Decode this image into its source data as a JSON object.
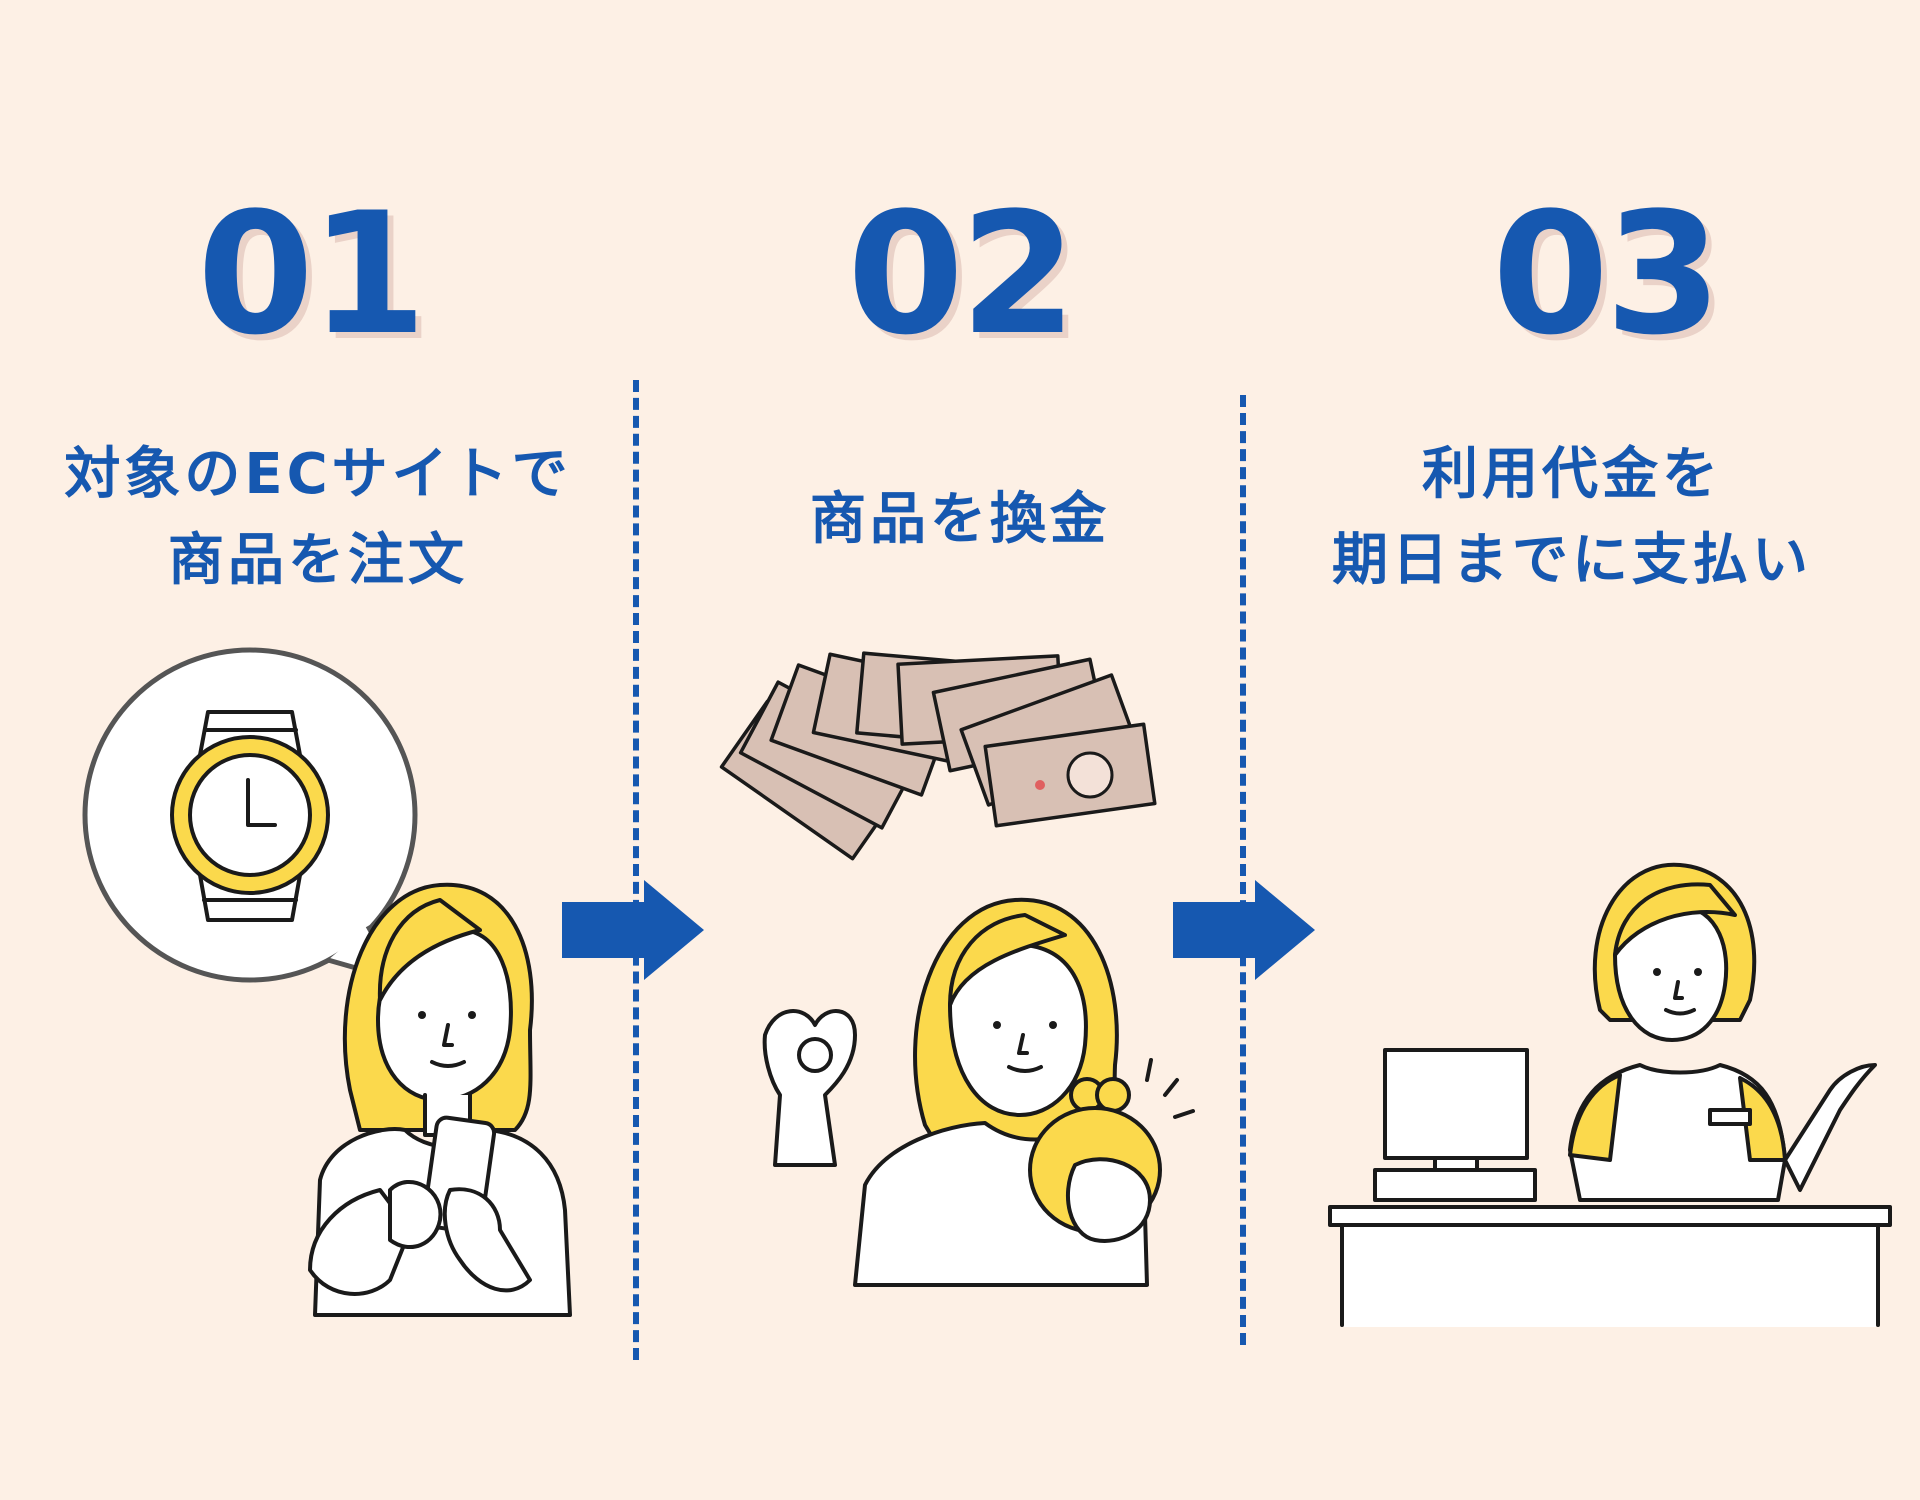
{
  "steps": [
    {
      "number": "01",
      "title_line1": "対象のECサイトで",
      "title_line2": "商品を注文",
      "illustration": "woman-ordering-watch-on-smartphone"
    },
    {
      "number": "02",
      "title_line1": "商品を換金",
      "title_line2": "",
      "illustration": "woman-with-cash-and-coin-purse"
    },
    {
      "number": "03",
      "title_line1": "利用代金を",
      "title_line2": "期日までに支払い",
      "illustration": "store-clerk-at-checkout-counter"
    }
  ],
  "colors": {
    "background": "#fdf0e5",
    "accent_blue": "#1658b0",
    "number_shadow": "#ead2c8",
    "hair_yellow": "#fbd94c",
    "banknote": "#d8c0b4"
  },
  "icons": [
    "watch-icon",
    "arrow-right-icon",
    "banknotes-icon",
    "coin-purse-icon",
    "cash-register-icon"
  ]
}
